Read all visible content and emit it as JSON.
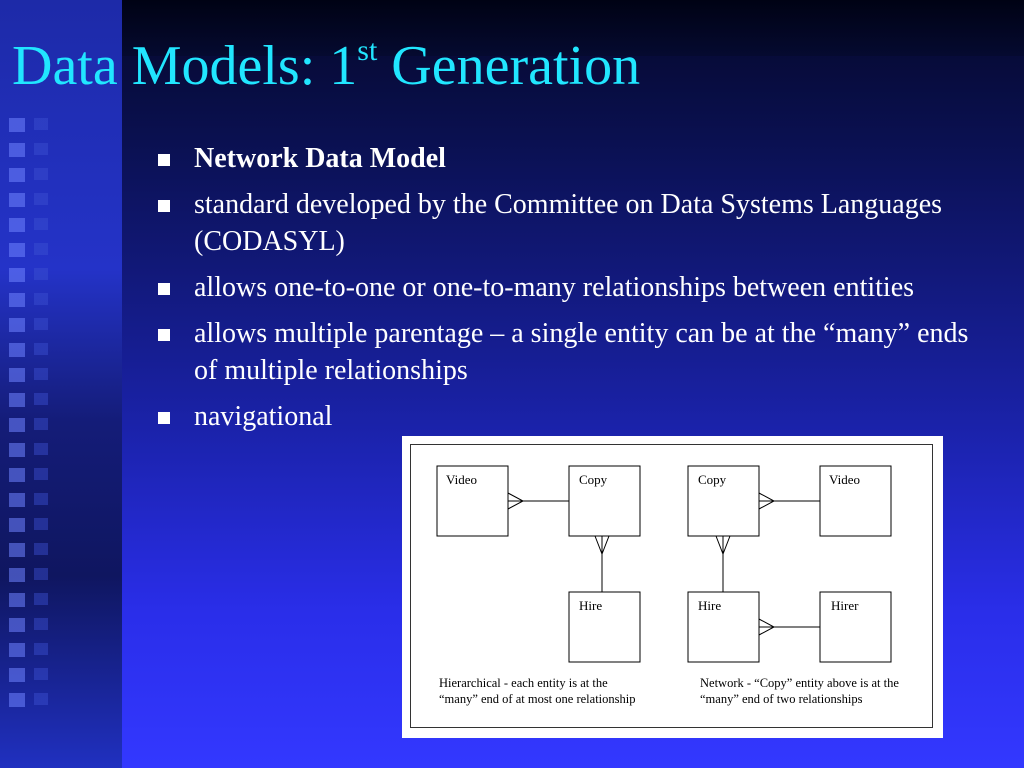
{
  "slide": {
    "title_main": "Data Models: 1",
    "title_sup": "st",
    "title_end": " Generation"
  },
  "bullets": [
    {
      "text": "Network Data Model",
      "bold": true
    },
    {
      "text": "standard developed by the Committee on Data Systems Languages (CODASYL)"
    },
    {
      "text": "allows one-to-one or one-to-many relationships between entities"
    },
    {
      "text": "allows multiple parentage – a single entity can be at the “many” ends of multiple relationships"
    },
    {
      "text": "navigational"
    }
  ],
  "figure": {
    "hierarchical": {
      "video_label": "Video",
      "copy_label": "Copy",
      "hire_label": "Hire",
      "caption": "Hierarchical - each entity is at the “many” end of at most one relationship"
    },
    "network": {
      "copy_label": "Copy",
      "video_label": "Video",
      "hire_label": "Hire",
      "hirer_label": "Hirer",
      "caption": "Network - “Copy” entity above is at the “many” end of two relationships"
    }
  },
  "colors": {
    "title": "#21e6ff",
    "text": "#ffffff",
    "background": "#2a2eea"
  }
}
